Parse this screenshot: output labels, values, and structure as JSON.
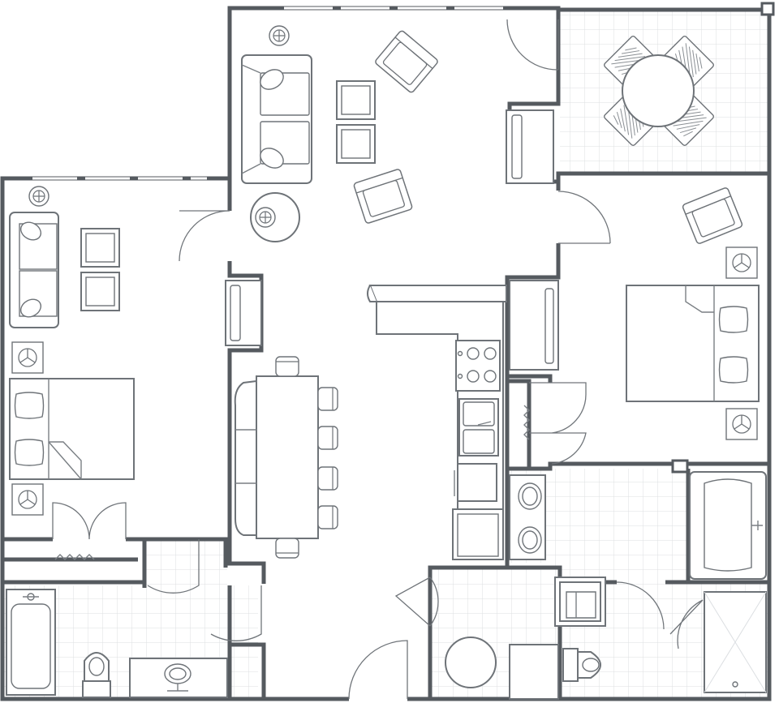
{
  "plan": {
    "rooms": [
      {
        "name": "living-room"
      },
      {
        "name": "dining-area"
      },
      {
        "name": "kitchen"
      },
      {
        "name": "patio"
      },
      {
        "name": "left-bedroom"
      },
      {
        "name": "right-bedroom"
      },
      {
        "name": "left-bathroom"
      },
      {
        "name": "master-bathroom"
      },
      {
        "name": "laundry"
      }
    ],
    "colors": {
      "wall": "#555a5f",
      "furniture_stroke": "#6e7378",
      "tile_grid": "#dcdfe2",
      "background": "#ffffff"
    },
    "icons": [
      "sofa-icon",
      "armchair-icon",
      "end-table-icon",
      "lamp-icon",
      "round-table-icon",
      "bed-icon",
      "pillow-icon",
      "dining-table-icon",
      "chair-icon",
      "stove-icon",
      "sink-icon",
      "refrigerator-icon",
      "dishwasher-icon",
      "bathtub-icon",
      "toilet-icon",
      "shower-icon",
      "tv-stand-icon",
      "washer-icon",
      "dryer-icon",
      "patio-table-icon",
      "closet-icon",
      "door-swing-icon"
    ]
  }
}
